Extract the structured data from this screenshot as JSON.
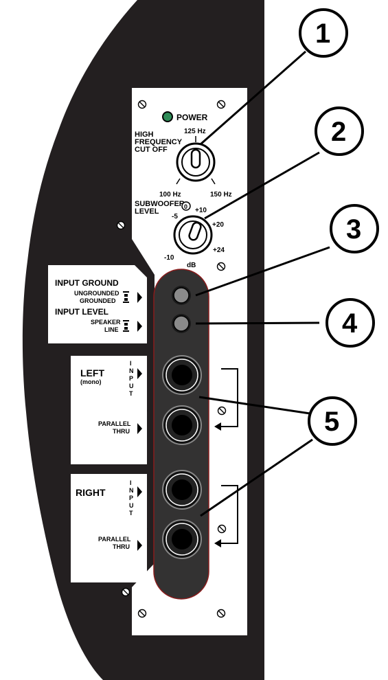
{
  "colors": {
    "panel_dark": "#231f20",
    "plate": "#ffffff",
    "strip": "#333232",
    "power_led": "#2e8b57",
    "accent_red": "#8a1c1c"
  },
  "top_plate": {
    "power_label": "POWER",
    "hf_label_lines": [
      "HIGH",
      "FREQUENCY",
      "CUT OFF"
    ],
    "hf_mid": "125 Hz",
    "hf_min": "100 Hz",
    "hf_max": "150 Hz",
    "sub_label_lines": [
      "SUBWOOFER",
      "LEVEL"
    ],
    "sub_zero": "0",
    "sub_m5": "-5",
    "sub_p10": "+10",
    "sub_p20": "+20",
    "sub_p24": "+24",
    "sub_m10": "-10",
    "sub_unit": "dB"
  },
  "switch_box": {
    "ground_title": "INPUT GROUND",
    "ground_opt1": "UNGROUNDED",
    "ground_opt2": "GROUNDED",
    "level_title": "INPUT LEVEL",
    "level_opt1": "SPEAKER",
    "level_opt2": "LINE"
  },
  "left_box": {
    "title": "LEFT",
    "subtitle": "(mono)",
    "input_letters": [
      "I",
      "N",
      "P",
      "U",
      "T"
    ],
    "thru_lines": [
      "PARALLEL",
      "THRU"
    ]
  },
  "right_box": {
    "title": "RIGHT",
    "input_letters": [
      "I",
      "N",
      "P",
      "U",
      "T"
    ],
    "thru_lines": [
      "PARALLEL",
      "THRU"
    ]
  },
  "callouts": [
    "1",
    "2",
    "3",
    "4",
    "5"
  ]
}
